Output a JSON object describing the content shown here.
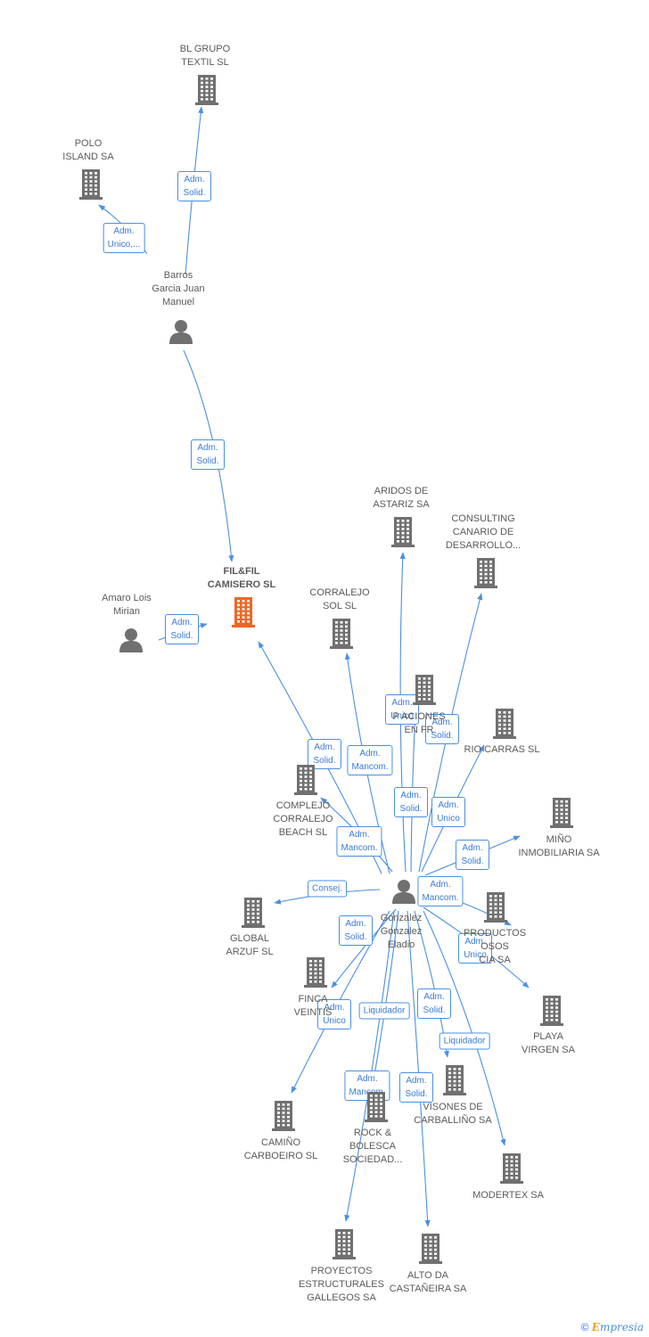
{
  "colors": {
    "company": "#707070",
    "focus": "#f26522",
    "edge": "#4a90e2",
    "person": "#707070"
  },
  "nodes": [
    {
      "id": "bl_grupo",
      "label": "BL GRUPO\nTEXTIL SL",
      "type": "company-icon"
    },
    {
      "id": "polo",
      "label": "POLO\nISLAND SA",
      "type": "company-icon"
    },
    {
      "id": "barros",
      "label": "Barros\nGarcia Juan\nManuel",
      "type": "person-icon"
    },
    {
      "id": "filfil",
      "label": "FIL&FIL\nCAMISERO SL",
      "type": "company-icon",
      "focus": true
    },
    {
      "id": "amaro",
      "label": "Amaro Lois\nMirian",
      "type": "person-icon"
    },
    {
      "id": "aridos",
      "label": "ARIDOS DE\nASTARIZ SA",
      "type": "company-icon"
    },
    {
      "id": "consulting",
      "label": "CONSULTING\nCANARIO DE\nDESARROLLO...",
      "type": "company-icon"
    },
    {
      "id": "corralejo_sol",
      "label": "CORRALEJO\nSOL SL",
      "type": "company-icon"
    },
    {
      "id": "p_en_fr",
      "label": "P          ACIONES\nEN FR",
      "type": "company-icon"
    },
    {
      "id": "rio_carras",
      "label": "RIO CARRAS SL",
      "type": "company-icon"
    },
    {
      "id": "complejo",
      "label": "COMPLEJO\nCORRALEJO\nBEACH SL",
      "type": "company-icon"
    },
    {
      "id": "mino",
      "label": "MIÑO\nINMOBILIARIA SA",
      "type": "company-icon"
    },
    {
      "id": "gonzalez",
      "label": "Gonzalez\nGonzalez\nEladio",
      "type": "person-icon"
    },
    {
      "id": "global",
      "label": "GLOBAL\nARZUF SL",
      "type": "company-icon"
    },
    {
      "id": "productos",
      "label": "PRODUCTOS\nOSOS\nCIA SA",
      "type": "company-icon"
    },
    {
      "id": "finca",
      "label": "FINCA\nVEINTIS",
      "type": "company-icon"
    },
    {
      "id": "playa",
      "label": "PLAYA\nVIRGEN SA",
      "type": "company-icon"
    },
    {
      "id": "visones",
      "label": "VISONES DE\nCARBALLIÑO SA",
      "type": "company-icon"
    },
    {
      "id": "camino",
      "label": "CAMIÑO\nCARBOEIRO SL",
      "type": "company-icon"
    },
    {
      "id": "rock",
      "label": "ROCK &\nBOLESCA\nSOCIEDAD...",
      "type": "company-icon"
    },
    {
      "id": "modertex",
      "label": "MODERTEX SA",
      "type": "company-icon"
    },
    {
      "id": "proyectos",
      "label": "PROYECTOS\nESTRUCTURALES\nGALLEGOS SA",
      "type": "company-icon"
    },
    {
      "id": "alto",
      "label": "ALTO DA\nCASTAÑEIRA SA",
      "type": "company-icon"
    }
  ],
  "edges": [
    {
      "from": "barros",
      "to": "bl_grupo",
      "label": "Adm.\nSolid."
    },
    {
      "from": "barros",
      "to": "polo",
      "label": "Adm.\nUnico,..."
    },
    {
      "from": "barros",
      "to": "filfil",
      "label": "Adm.\nSolid."
    },
    {
      "from": "amaro",
      "to": "filfil",
      "label": "Adm.\nSolid."
    },
    {
      "from": "gonzalez",
      "to": "filfil",
      "label": "Adm.\nSolid."
    },
    {
      "from": "gonzalez",
      "to": "corralejo_sol",
      "label": "Adm.\nMancom."
    },
    {
      "from": "gonzalez",
      "to": "aridos",
      "label": "Adm.\nUnico"
    },
    {
      "from": "gonzalez",
      "to": "consulting",
      "label": "Adm.\nSolid."
    },
    {
      "from": "gonzalez",
      "to": "p_en_fr",
      "label": "Adm.\nSolid."
    },
    {
      "from": "gonzalez",
      "to": "rio_carras",
      "label": "Adm.\nUnico"
    },
    {
      "from": "gonzalez",
      "to": "complejo",
      "label": "Adm.\nMancom."
    },
    {
      "from": "gonzalez",
      "to": "mino",
      "label": "Adm.\nSolid."
    },
    {
      "from": "gonzalez",
      "to": "global",
      "label": "Consej."
    },
    {
      "from": "gonzalez",
      "to": "productos",
      "label": "Adm.\nMancom."
    },
    {
      "from": "gonzalez",
      "to": "finca",
      "label": "Adm.\nSolid."
    },
    {
      "from": "gonzalez",
      "to": "playa",
      "label": "Adm.\nUnico"
    },
    {
      "from": "gonzalez",
      "to": "camino",
      "label": "Adm.\nUnico"
    },
    {
      "from": "gonzalez",
      "to": "rock",
      "label": "Liquidador"
    },
    {
      "from": "gonzalez",
      "to": "visones",
      "label": "Adm.\nSolid."
    },
    {
      "from": "gonzalez",
      "to": "modertex",
      "label": "Liquidador"
    },
    {
      "from": "gonzalez",
      "to": "proyectos",
      "label": "Adm.\nMancom."
    },
    {
      "from": "gonzalez",
      "to": "alto",
      "label": "Adm.\nSolid."
    }
  ],
  "footer": {
    "copyright": "©",
    "brand_e": "E",
    "brand_rest": "mpresia"
  }
}
